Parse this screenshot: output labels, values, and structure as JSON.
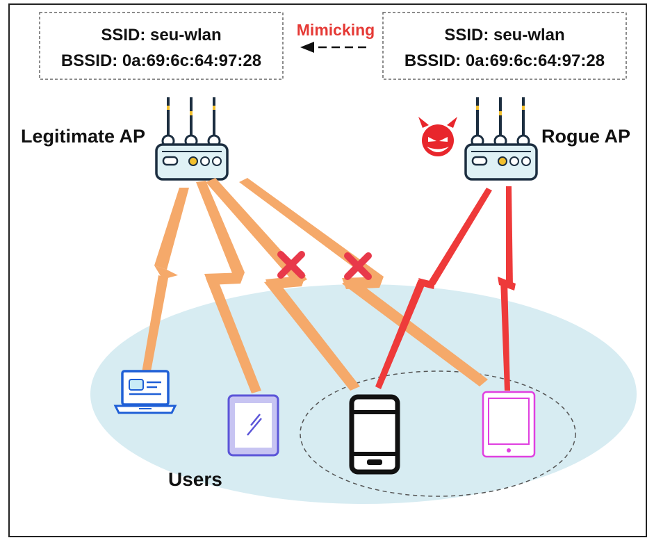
{
  "legitimate_ap": {
    "label": "Legitimate AP",
    "ssid": "SSID: seu-wlan",
    "bssid": "BSSID: 0a:69:6c:64:97:28"
  },
  "rogue_ap": {
    "label": "Rogue AP",
    "ssid": "SSID: seu-wlan",
    "bssid": "BSSID: 0a:69:6c:64:97:28",
    "icon": "devil-face-icon"
  },
  "mimicking_label": "Mimicking",
  "users_label": "Users",
  "devices": [
    "laptop-icon",
    "tablet-icon",
    "smartphone-icon",
    "tablet-icon"
  ],
  "colors": {
    "legit_link": "#f5a96a",
    "rogue_link": "#ee3a3a",
    "blocked_mark": "#e8394a",
    "users_area": "#d7ecf2",
    "mimicking": "#e53935",
    "laptop": "#1f5fd6",
    "tablet_blue": "#5b55d8",
    "phone": "#111111",
    "tablet_pink": "#e040e0"
  }
}
